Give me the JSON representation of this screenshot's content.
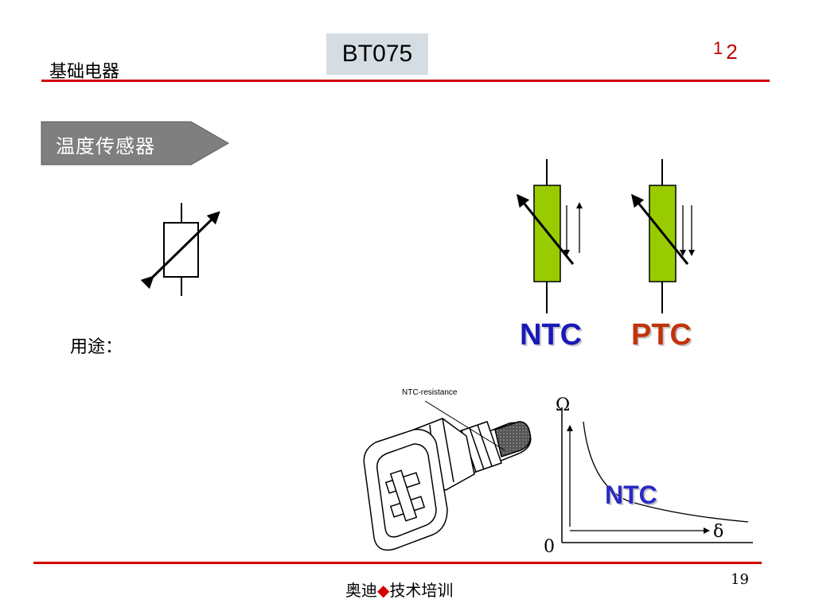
{
  "header": {
    "title": "基础电器",
    "code": "BT075",
    "page_indicator_top": "1",
    "page_indicator_main": "2"
  },
  "banner": {
    "label": "温度传感器"
  },
  "usage": {
    "label": "用途："
  },
  "thermistors": {
    "ntc_label": "NTC",
    "ptc_label": "PTC",
    "body_color": "#99cc00"
  },
  "sensor": {
    "callout": "NTC-resistance"
  },
  "graph": {
    "y_axis_label": "Ω",
    "x_axis_label": "δ",
    "origin_label": "0",
    "curve_label": "NTC"
  },
  "footer": {
    "text_left": "奥迪",
    "diamond": "◆",
    "text_right": "技术培训",
    "page_number": "19"
  },
  "colors": {
    "accent": "#d40000",
    "ntc": "#1a1ab8",
    "ptc": "#c0350c",
    "banner_fill": "#7f7f7f"
  }
}
